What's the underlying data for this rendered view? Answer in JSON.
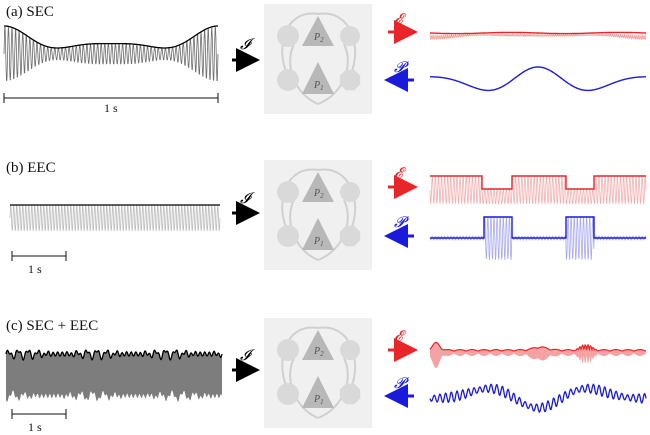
{
  "panels": [
    {
      "label": "(a) SEC",
      "scale_label": "1 s",
      "input_symbol": "𝓘",
      "excitatory_symbol": "𝓔",
      "inhibitory_symbol": "𝓟",
      "pop_top": "P",
      "pop_top_sub": "2",
      "pop_bottom": "P",
      "pop_bottom_sub": "1"
    },
    {
      "label": "(b) EEC",
      "scale_label": "1 s",
      "input_symbol": "𝓘",
      "excitatory_symbol": "𝓔",
      "inhibitory_symbol": "𝓟",
      "pop_top": "P",
      "pop_top_sub": "2",
      "pop_bottom": "P",
      "pop_bottom_sub": "1"
    },
    {
      "label": "(c) SEC + EEC",
      "scale_label": "1 s",
      "input_symbol": "𝓘",
      "excitatory_symbol": "𝓔",
      "inhibitory_symbol": "𝓟",
      "pop_top": "P",
      "pop_top_sub": "2",
      "pop_bottom": "P",
      "pop_bottom_sub": "1"
    }
  ],
  "colors": {
    "input_trace": "#6e6e6e",
    "excitatory": "#e8262a",
    "inhibitory": "#1a1adb",
    "circuit_box": "#f0f0f0",
    "circuit_shape": "#d9d9d9",
    "triangle": "#b8b8b8"
  }
}
